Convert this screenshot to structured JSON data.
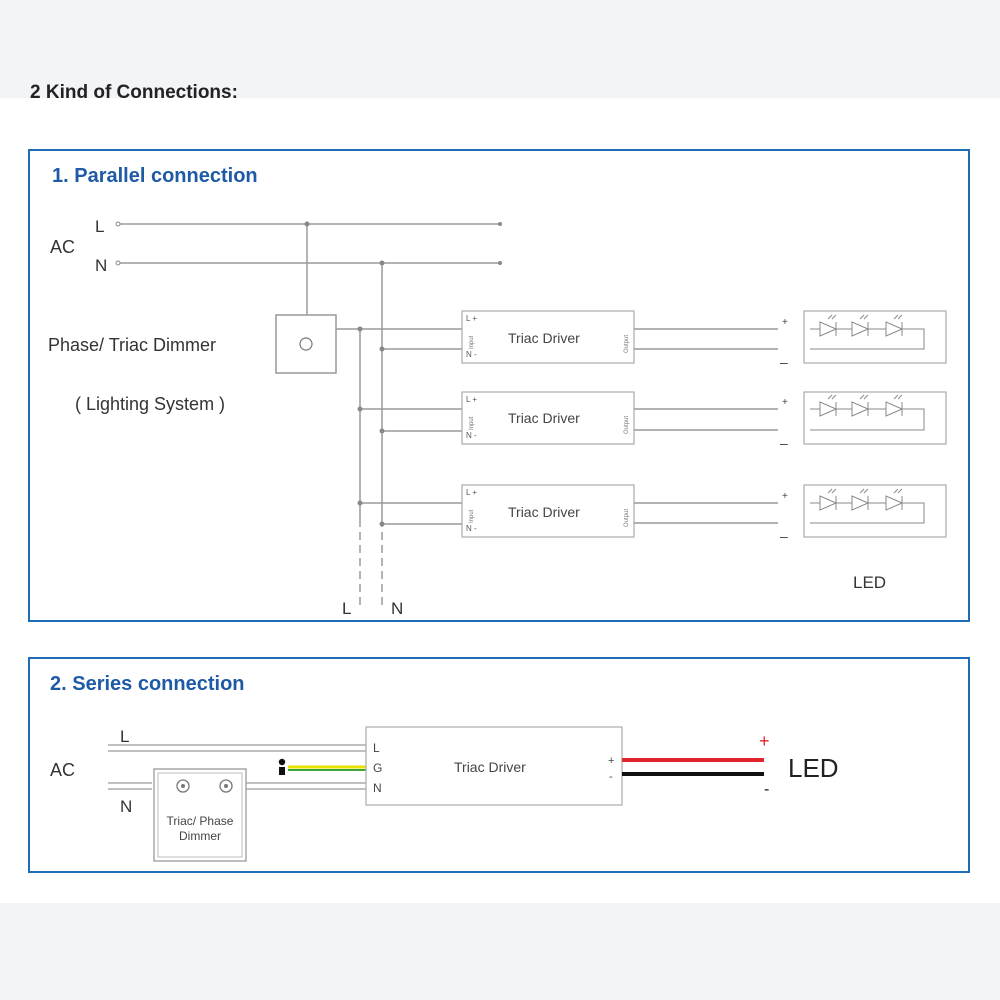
{
  "header": {
    "title": "2 Kind of Connections:"
  },
  "parallel": {
    "title": "1. Parallel connection",
    "ac_label": "AC",
    "line_label": "L",
    "neutral_label": "N",
    "dimmer_label": "Phase/ Triac Dimmer",
    "system_label": "( Lighting System )",
    "led_label": "LED",
    "bottom_l": "L",
    "bottom_n": "N",
    "driver": {
      "label": "Triac Driver",
      "in_l": "L +",
      "in_n": "N -",
      "input_text": "Input",
      "output_text": "Output"
    },
    "plus": "+",
    "minus": "–"
  },
  "series": {
    "title": "2. Series connection",
    "ac_label": "AC",
    "line_label": "L",
    "neutral_label": "N",
    "dimmer_line1": "Triac/ Phase",
    "dimmer_line2": "Dimmer",
    "driver_label": "Triac Driver",
    "term_l": "L",
    "term_g": "G",
    "term_n": "N",
    "out_plus": "+",
    "out_minus": "-",
    "led_plus": "+",
    "led_minus": "-",
    "led_label": "LED"
  },
  "colors": {
    "frame": "#1e6db5",
    "title_blue": "#1e5aa6",
    "wire": "#9a9a9a",
    "led_positive": "#e0262c",
    "led_negative": "#111111",
    "earth_yellow": "#e8e000",
    "earth_green": "#3aa635"
  }
}
